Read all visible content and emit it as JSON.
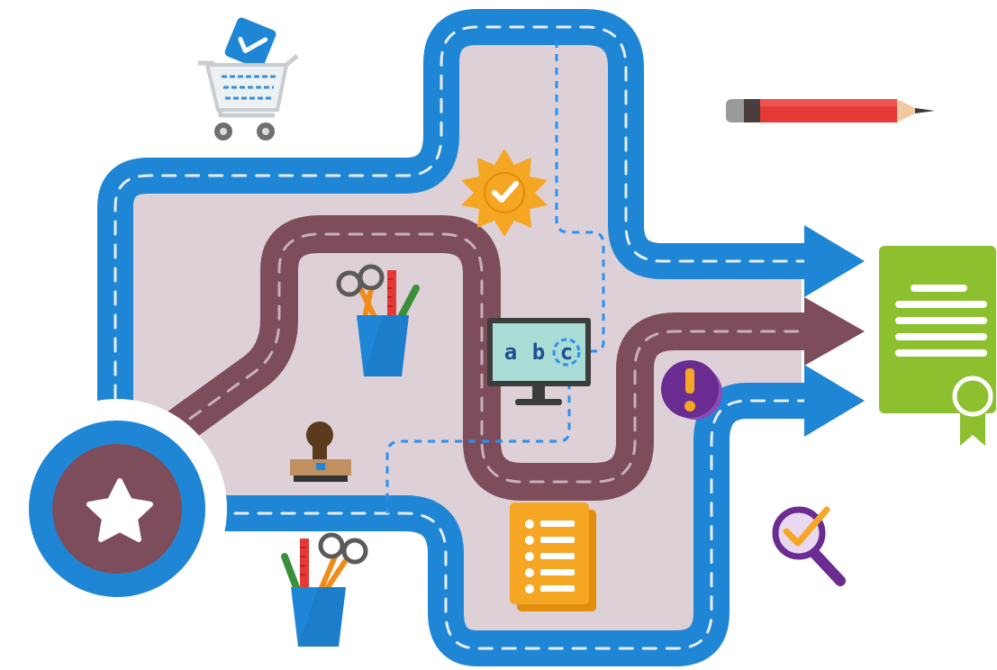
{
  "monitor": {
    "letters": [
      "a",
      "b",
      "c"
    ]
  },
  "colors": {
    "blue_road": "#1f86d6",
    "plum_road": "#7d4d5c",
    "area_fill": "#ddd1d7",
    "dash": "#e8eef6",
    "green_doc": "#8dc02f",
    "orange": "#f5a623",
    "purple": "#6a2c91",
    "pencil_red": "#e53935"
  },
  "icons": [
    "shopping-cart-icon",
    "approval-seal-icon",
    "pencil-icon",
    "certificate-icon",
    "stationery-cup-icon",
    "computer-monitor-icon",
    "exclamation-icon",
    "stamp-icon",
    "checklist-document-icon",
    "magnifier-check-icon",
    "star-icon"
  ]
}
